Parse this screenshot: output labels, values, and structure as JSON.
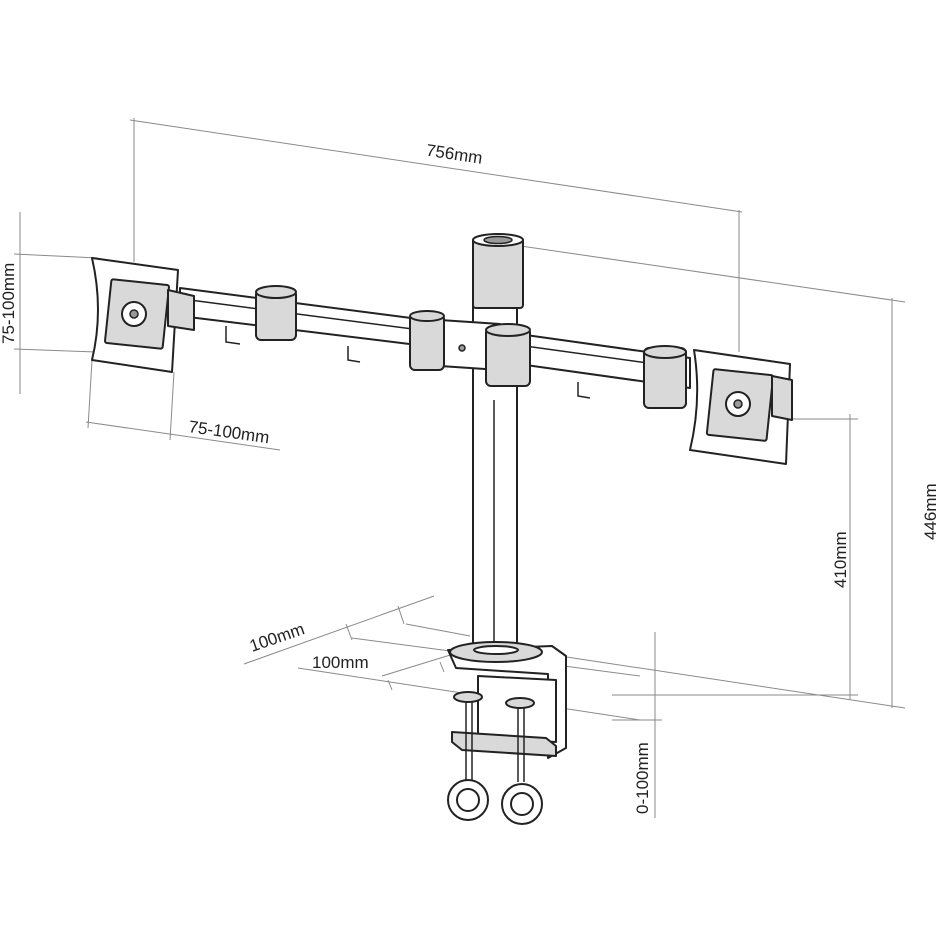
{
  "dimensions": {
    "overall_width": "756mm",
    "vesa_vertical": "75-100mm",
    "vesa_horizontal": "75-100mm",
    "overall_height": "446mm",
    "arm_height": "410mm",
    "clamp_depth_a": "100mm",
    "clamp_depth_b": "100mm",
    "clamp_opening": "0-100mm"
  },
  "colors": {
    "line": "#222222",
    "dimension_line": "#8a8a8a",
    "shade": "#d9d9d9"
  }
}
